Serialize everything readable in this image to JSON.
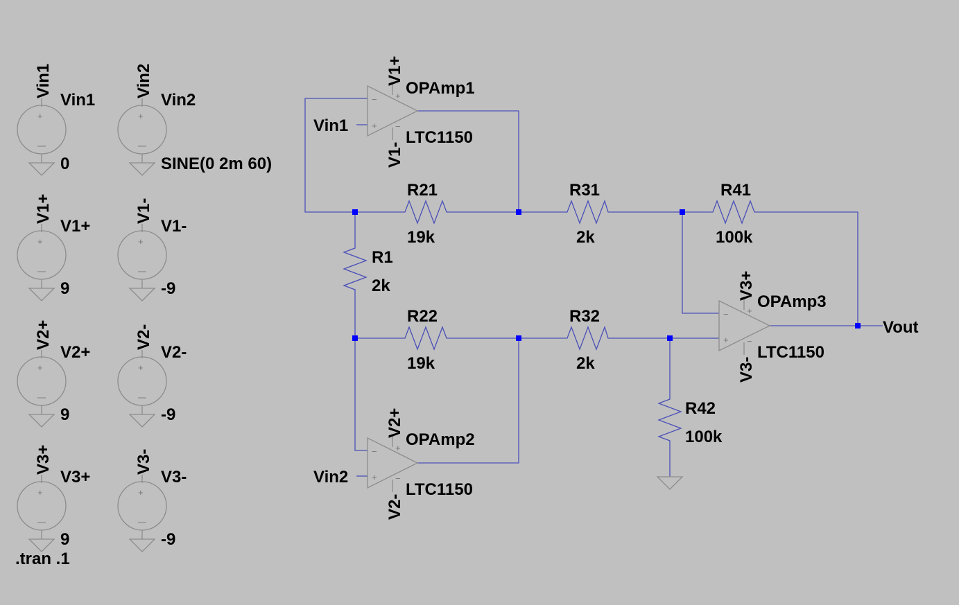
{
  "sources": [
    {
      "pin": "Vin1",
      "name": "Vin1",
      "value": "0"
    },
    {
      "pin": "Vin2",
      "name": "Vin2",
      "value": "SINE(0 2m 60)"
    },
    {
      "pin": "V1+",
      "name": "V1+",
      "value": "9"
    },
    {
      "pin": "V1-",
      "name": "V1-",
      "value": "-9"
    },
    {
      "pin": "V2+",
      "name": "V2+",
      "value": "9"
    },
    {
      "pin": "V2-",
      "name": "V2-",
      "value": "-9"
    },
    {
      "pin": "V3+",
      "name": "V3+",
      "value": "9"
    },
    {
      "pin": "V3-",
      "name": "V3-",
      "value": "-9"
    }
  ],
  "directive": ".tran .1",
  "opamps": [
    {
      "name": "OPAmp1",
      "model": "LTC1150",
      "vpos": "V1+",
      "vneg": "V1-",
      "input": "Vin1"
    },
    {
      "name": "OPAmp2",
      "model": "LTC1150",
      "vpos": "V2+",
      "vneg": "V2-",
      "input": "Vin2"
    },
    {
      "name": "OPAmp3",
      "model": "LTC1150",
      "vpos": "V3+",
      "vneg": "V3-"
    }
  ],
  "resistors": [
    {
      "name": "R21",
      "value": "19k"
    },
    {
      "name": "R31",
      "value": "2k"
    },
    {
      "name": "R41",
      "value": "100k"
    },
    {
      "name": "R1",
      "value": "2k"
    },
    {
      "name": "R22",
      "value": "19k"
    },
    {
      "name": "R32",
      "value": "2k"
    },
    {
      "name": "R42",
      "value": "100k"
    }
  ],
  "output": "Vout",
  "colors": {
    "background": "#c0c0c0",
    "wire": "#4a4fb8",
    "junction": "#0000ff",
    "symbol": "#8c8c8c"
  }
}
